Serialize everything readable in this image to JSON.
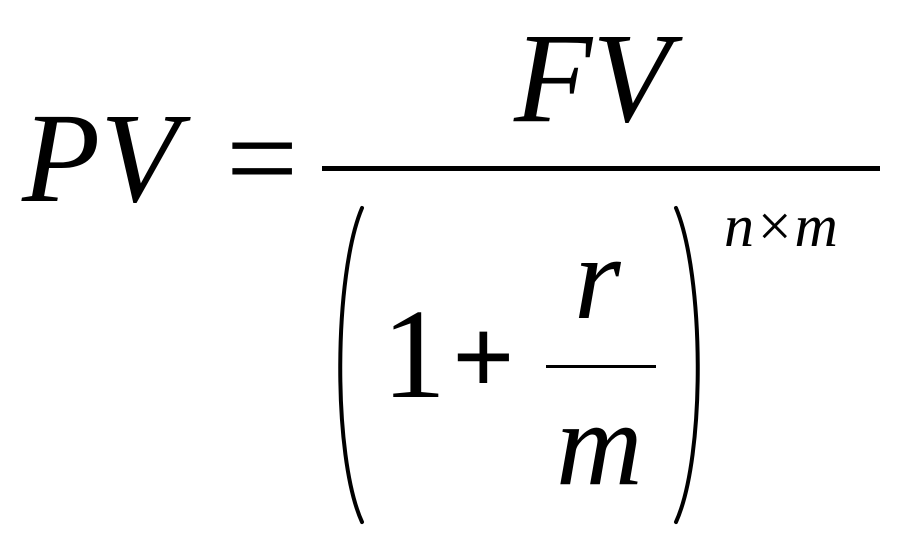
{
  "formula": {
    "lhs": "PV",
    "equals": "=",
    "numerator": "FV",
    "denominator": {
      "one": "1",
      "plus": "+",
      "inner_numerator": "r",
      "inner_denominator": "m",
      "exponent": "n×m"
    }
  }
}
